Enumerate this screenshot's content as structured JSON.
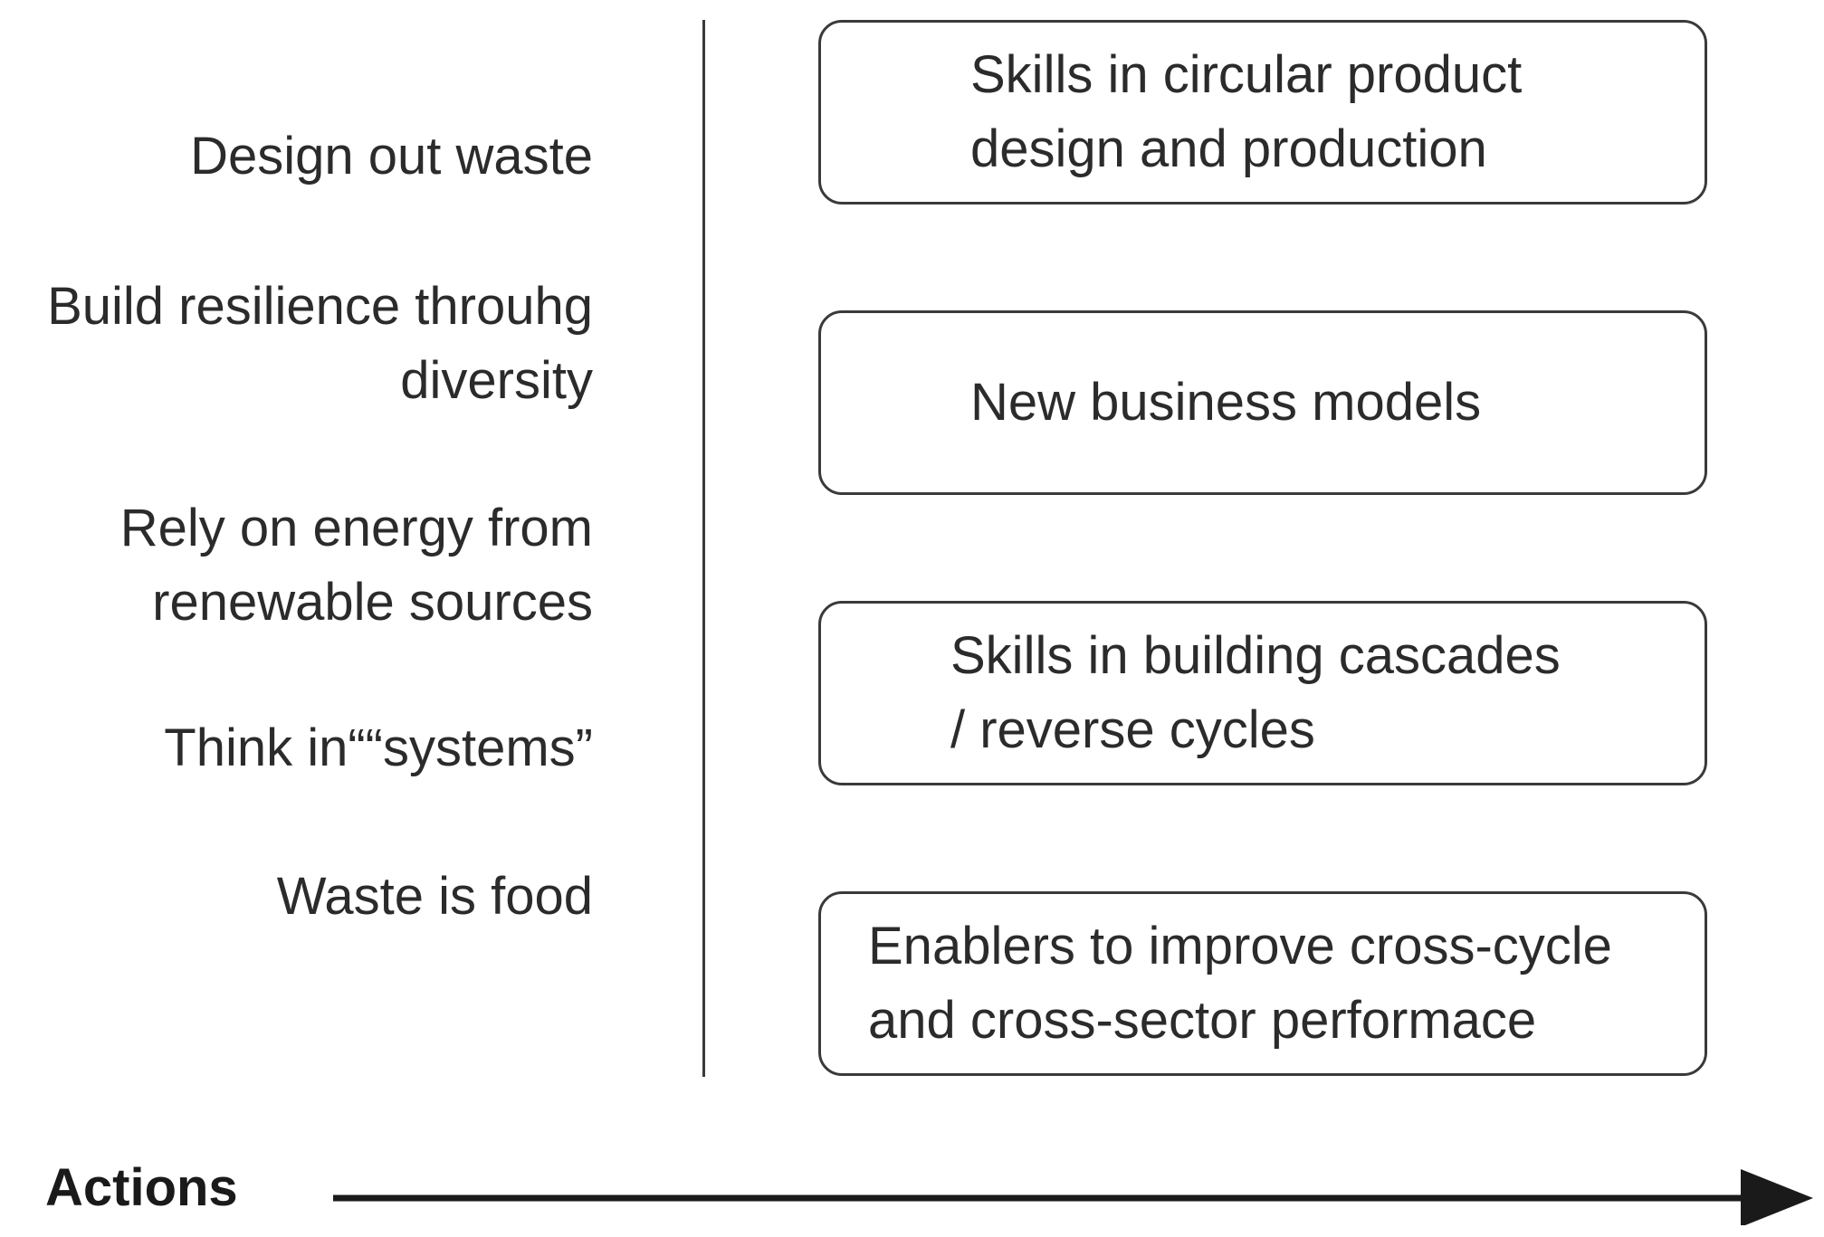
{
  "principles": [
    "Design out waste",
    "Build resilience throuhg\ndiversity",
    "Rely on energy from\nrenewable sources",
    "Think in““systems”",
    "Waste is food"
  ],
  "boxes": [
    "Skills in circular product\ndesign and production",
    "New business models",
    "Skills in building cascades\n/ reverse cycles",
    "Enablers to improve cross-cycle\nand cross-sector performace"
  ],
  "axis": {
    "label": "Actions"
  },
  "colors": {
    "line": "#1a1a1a",
    "text": "#2b2b2b",
    "box_border": "#3a3a3a"
  }
}
